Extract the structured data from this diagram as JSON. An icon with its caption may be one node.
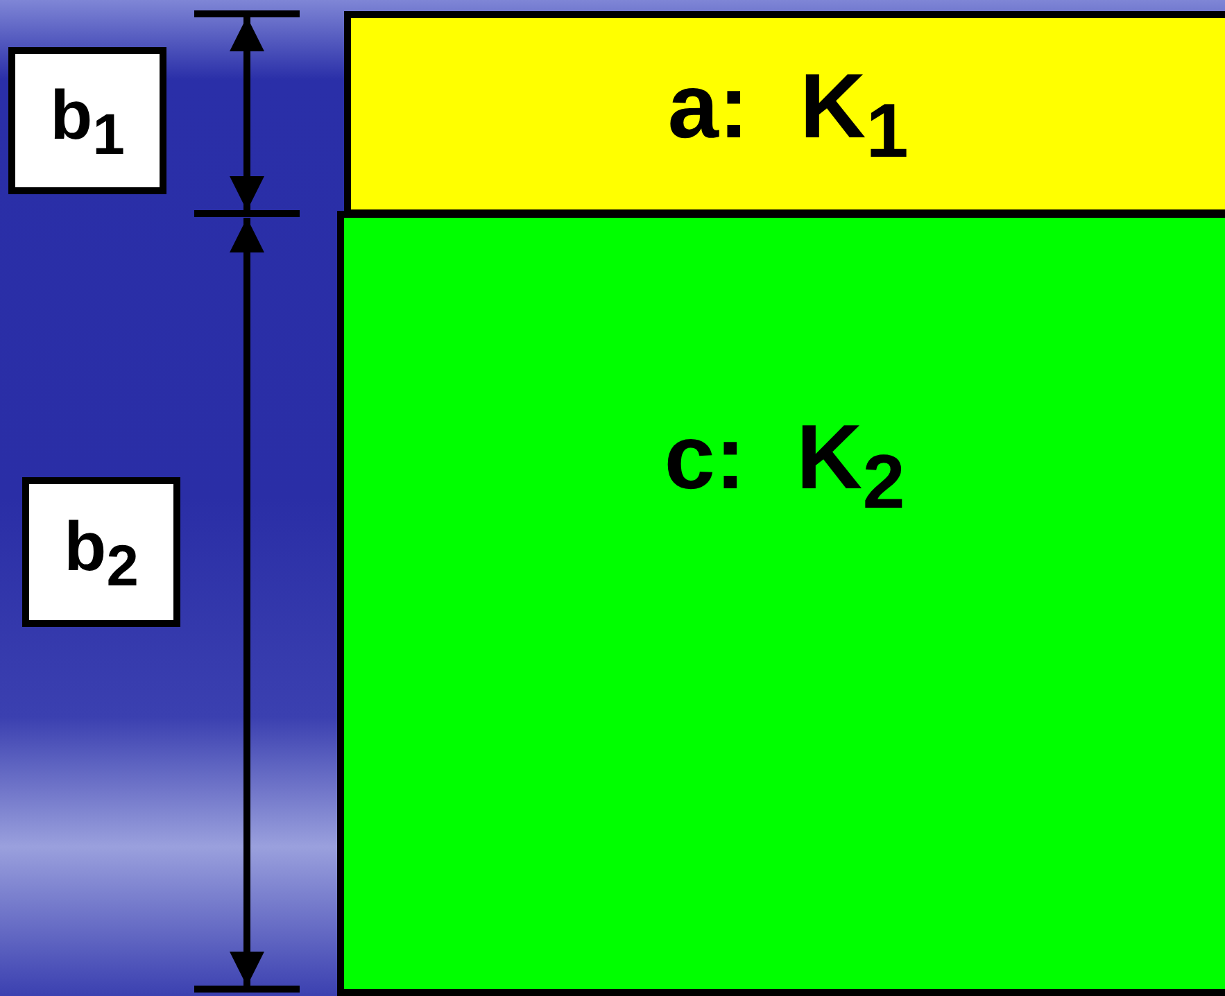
{
  "diagram": {
    "nodes": [
      {
        "text": [
          "b$_{1}$"
        ]
      },
      {
        "text": [
          "a:  K$_{1}$"
        ]
      },
      {
        "text": [
          "b$_{2}$"
        ]
      },
      {
        "text": [
          "c:  K$_{2}$"
        ]
      }
    ],
    "edges": []
  }
}
